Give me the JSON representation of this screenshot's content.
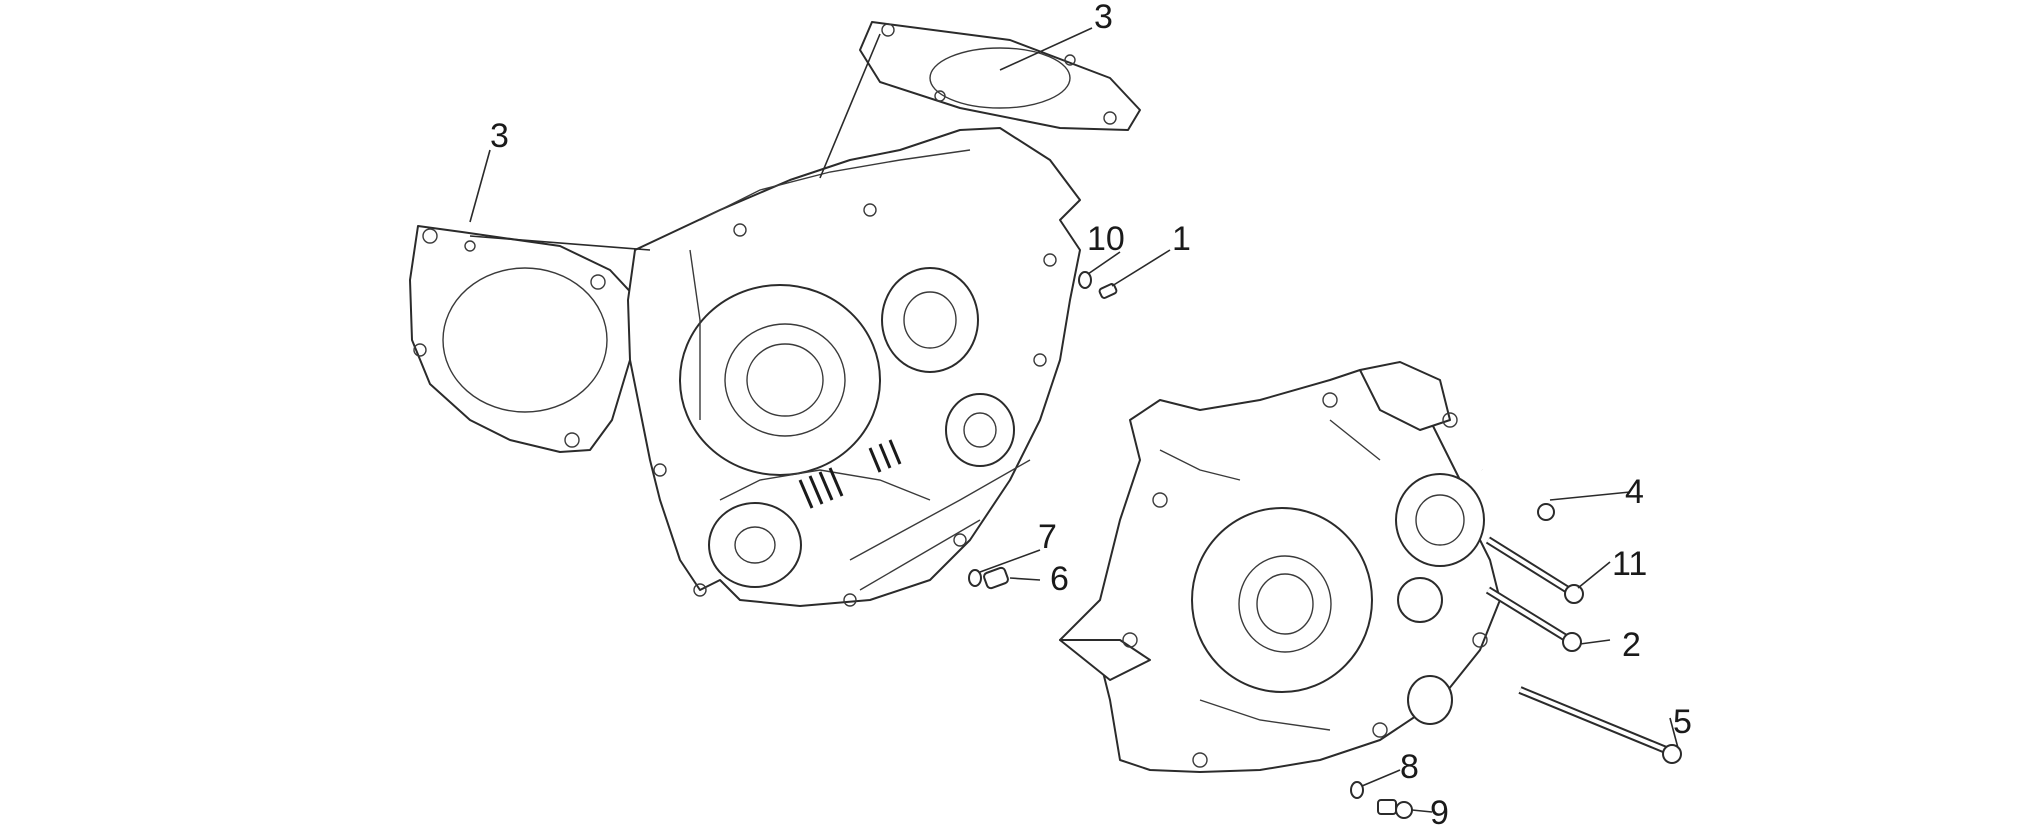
{
  "diagram": {
    "callouts": [
      {
        "id": "c3a",
        "label": "3"
      },
      {
        "id": "c3b",
        "label": "3"
      },
      {
        "id": "c10",
        "label": "10"
      },
      {
        "id": "c1",
        "label": "1"
      },
      {
        "id": "c7",
        "label": "7"
      },
      {
        "id": "c6",
        "label": "6"
      },
      {
        "id": "c4",
        "label": "4"
      },
      {
        "id": "c11",
        "label": "11"
      },
      {
        "id": "c2",
        "label": "2"
      },
      {
        "id": "c5",
        "label": "5"
      },
      {
        "id": "c8",
        "label": "8"
      },
      {
        "id": "c9",
        "label": "9"
      }
    ]
  }
}
